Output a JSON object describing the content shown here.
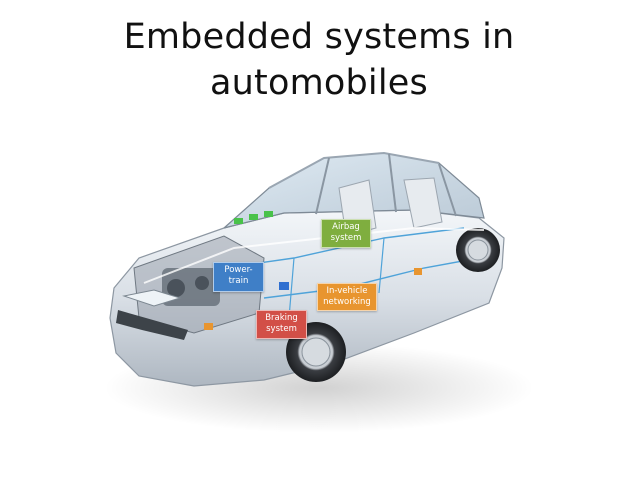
{
  "slide": {
    "title_line1": "Embedded systems in",
    "title_line2": "automobiles"
  },
  "figure": {
    "image": "car-cutaway-illustration",
    "labels": {
      "airbag": {
        "line1": "Airbag",
        "line2": "system",
        "color": "#7fae3f"
      },
      "powertrain": {
        "line1": "Power-",
        "line2": "train",
        "color": "#3f7fc7"
      },
      "in_vehicle": {
        "line1": "In-vehicle",
        "line2": "networking",
        "color": "#e8952f"
      },
      "braking": {
        "line1": "Braking",
        "line2": "system",
        "color": "#d24f47"
      }
    }
  }
}
